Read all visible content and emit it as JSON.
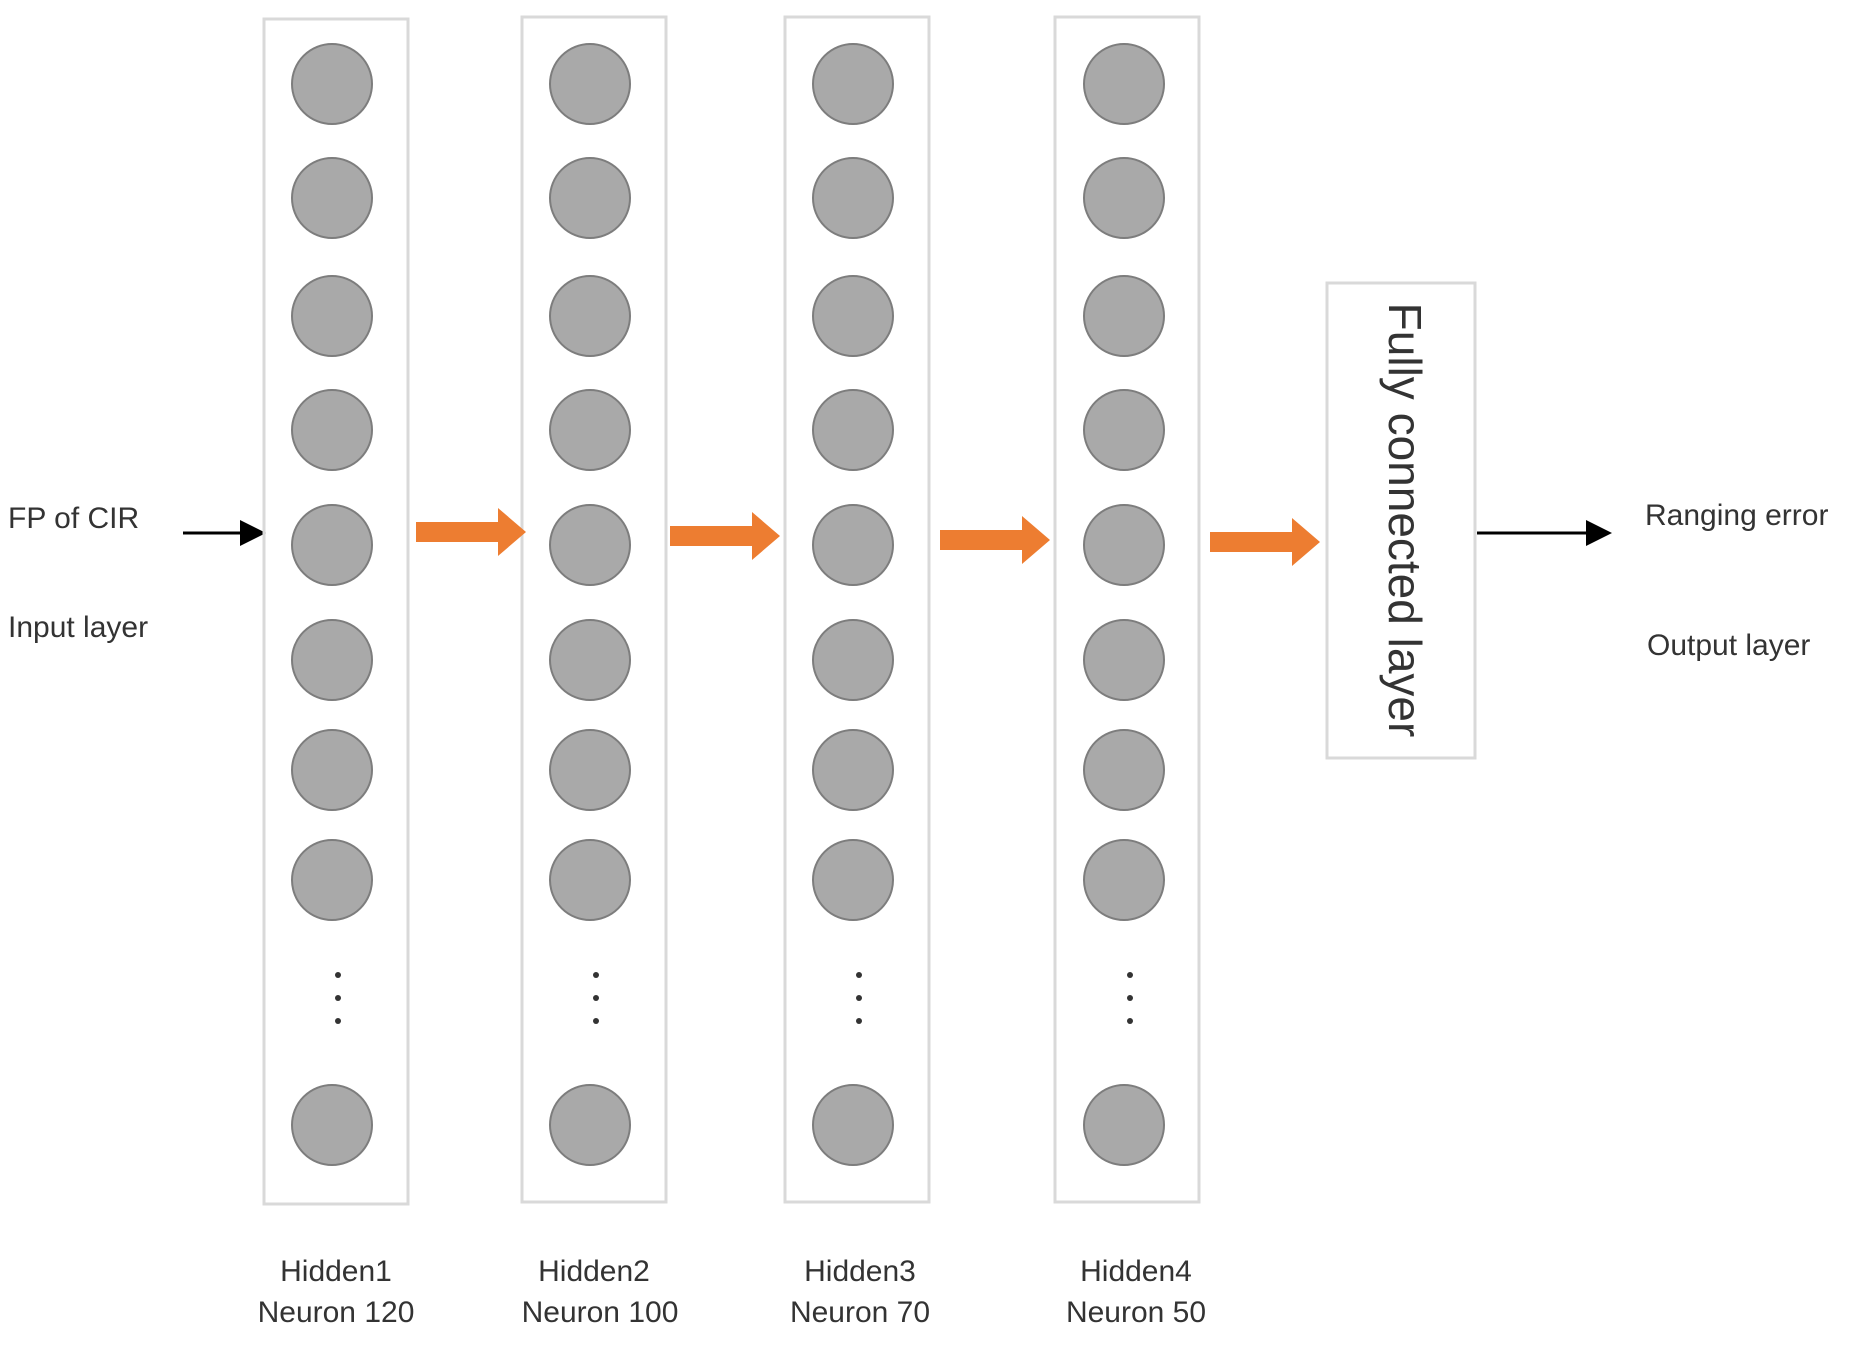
{
  "input": {
    "feature_label": "FP of CIR",
    "layer_label": "Input layer"
  },
  "hidden_layers": [
    {
      "name": "Hidden1",
      "neurons": "Neuron 120"
    },
    {
      "name": "Hidden2",
      "neurons": "Neuron 100"
    },
    {
      "name": "Hidden3",
      "neurons": "Neuron 70"
    },
    {
      "name": "Hidden4",
      "neurons": "Neuron 50"
    }
  ],
  "fully_connected": {
    "label": "Fully connected layer"
  },
  "output": {
    "target_label": "Ranging error",
    "layer_label": "Output layer"
  },
  "colors": {
    "node_fill": "#a9a9a9",
    "node_stroke": "#7d7d7d",
    "box_stroke": "#d9d9d9",
    "flow_arrow": "#ed7d31",
    "io_arrow": "#000000",
    "text": "#333333"
  }
}
